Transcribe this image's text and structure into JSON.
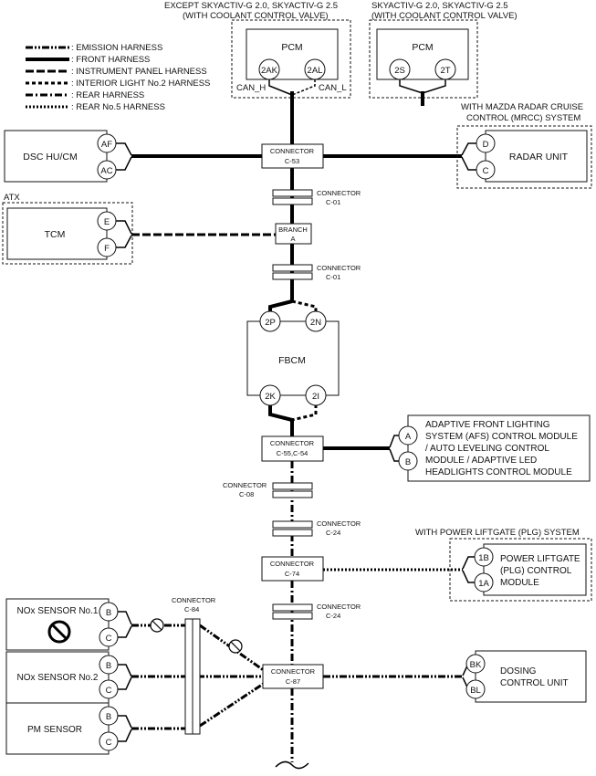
{
  "variants": {
    "except_label_1": "EXCEPT SKYACTIV-G 2.0, SKYACTIV-G 2.5",
    "except_label_2": "(WITH COOLANT CONTROL VALVE)",
    "only_label_1": "SKYACTIV-G 2.0, SKYACTIV-G 2.5",
    "only_label_2": "(WITH COOLANT CONTROL VALVE)",
    "mrcc_label_1": "WITH MAZDA RADAR CRUISE",
    "mrcc_label_2": "CONTROL (MRCC) SYSTEM",
    "atx_label": "ATX",
    "plg_label": "WITH POWER LIFTGATE (PLG) SYSTEM"
  },
  "legend": [
    {
      "style": "emission",
      "label": ": EMISSION HARNESS"
    },
    {
      "style": "front",
      "label": ": FRONT HARNESS"
    },
    {
      "style": "instrument",
      "label": ": INSTRUMENT PANEL HARNESS"
    },
    {
      "style": "interior2",
      "label": ": INTERIOR LIGHT No.2 HARNESS"
    },
    {
      "style": "rear",
      "label": ": REAR HARNESS"
    },
    {
      "style": "rear5",
      "label": ": REAR No.5 HARNESS"
    }
  ],
  "modules": {
    "pcm_a": {
      "label": "PCM",
      "pin1": "2AK",
      "pin2": "2AL",
      "can_h": "CAN_H",
      "can_l": "CAN_L"
    },
    "pcm_b": {
      "label": "PCM",
      "pin1": "2S",
      "pin2": "2T"
    },
    "dsc": {
      "label": "DSC HU/CM",
      "pin1": "AF",
      "pin2": "AC"
    },
    "radar": {
      "label": "RADAR UNIT",
      "pin1": "D",
      "pin2": "C"
    },
    "tcm": {
      "label": "TCM",
      "pin1": "E",
      "pin2": "F"
    },
    "fbcm": {
      "label": "FBCM",
      "pin_tl": "2P",
      "pin_tr": "2N",
      "pin_bl": "2K",
      "pin_br": "2I"
    },
    "afs": {
      "lines": [
        "ADAPTIVE FRONT LIGHTING",
        "SYSTEM (AFS) CONTROL MODULE",
        "/ AUTO LEVELING CONTROL",
        "MODULE / ADAPTIVE LED",
        "HEADLIGHTS CONTROL MODULE"
      ],
      "pin1": "A",
      "pin2": "B"
    },
    "plg": {
      "lines": [
        "POWER LIFTGATE",
        "(PLG) CONTROL",
        "MODULE"
      ],
      "pin1": "1B",
      "pin2": "1A"
    },
    "nox1": {
      "label": "NOx SENSOR No.1",
      "pin1": "B",
      "pin2": "C"
    },
    "nox2": {
      "label": "NOx SENSOR No.2",
      "pin1": "B",
      "pin2": "C"
    },
    "pm": {
      "label": "PM SENSOR",
      "pin1": "B",
      "pin2": "C"
    },
    "dosing": {
      "lines": [
        "DOSING",
        "CONTROL UNIT"
      ],
      "pin1": "BK",
      "pin2": "BL"
    }
  },
  "connectors": {
    "c53": {
      "title": "CONNECTOR",
      "id": "C-53"
    },
    "c01_upper": {
      "title": "CONNECTOR",
      "id": "C-01"
    },
    "branch_a": {
      "title": "BRANCH",
      "id": "A"
    },
    "c01_lower": {
      "title": "CONNECTOR",
      "id": "C-01"
    },
    "c55_54": {
      "title": "CONNECTOR",
      "id": "C-55,C-54"
    },
    "c08": {
      "title": "CONNECTOR",
      "id": "C-08"
    },
    "c24_upper": {
      "title": "CONNECTOR",
      "id": "C-24"
    },
    "c74": {
      "title": "CONNECTOR",
      "id": "C-74"
    },
    "c24_lower": {
      "title": "CONNECTOR",
      "id": "C-24"
    },
    "c84": {
      "title": "CONNECTOR",
      "id": "C-84"
    },
    "c87": {
      "title": "CONNECTOR",
      "id": "C-87"
    }
  }
}
